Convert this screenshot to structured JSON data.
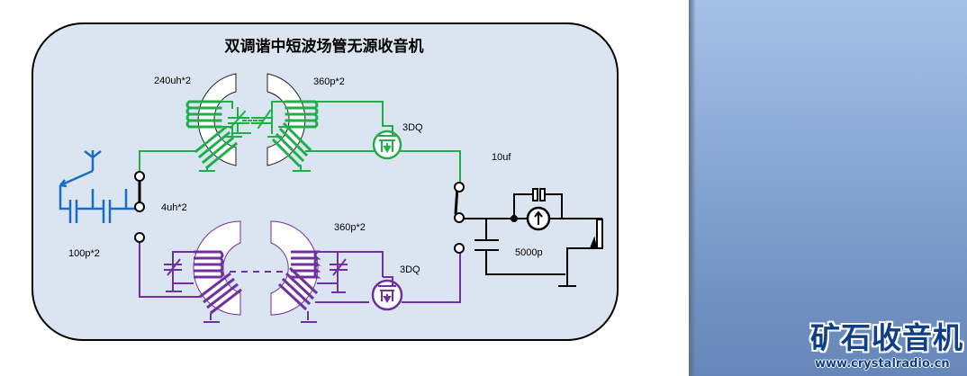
{
  "diagram": {
    "title": "双调谐中短波场管无源收音机",
    "labels": {
      "mw_inductor": "240uh*2",
      "mw_capacitor": "360p*2",
      "mw_transistor": "3DQ",
      "coupling_cap": "10uf",
      "sw_inductor": "4uh*2",
      "antenna_cap": "100p*2",
      "sw_capacitor": "360p*2",
      "sw_transistor": "3DQ",
      "bypass_cap": "5000p"
    },
    "colors": {
      "medium_wave": "#1fae4a",
      "short_wave": "#7030a0",
      "antenna": "#1a6fc3",
      "common": "#000000",
      "panel_bg": "#dbe4f1"
    }
  },
  "branding": {
    "logo_text": "矿石收音机",
    "website": "www.crystalradio.cn"
  }
}
